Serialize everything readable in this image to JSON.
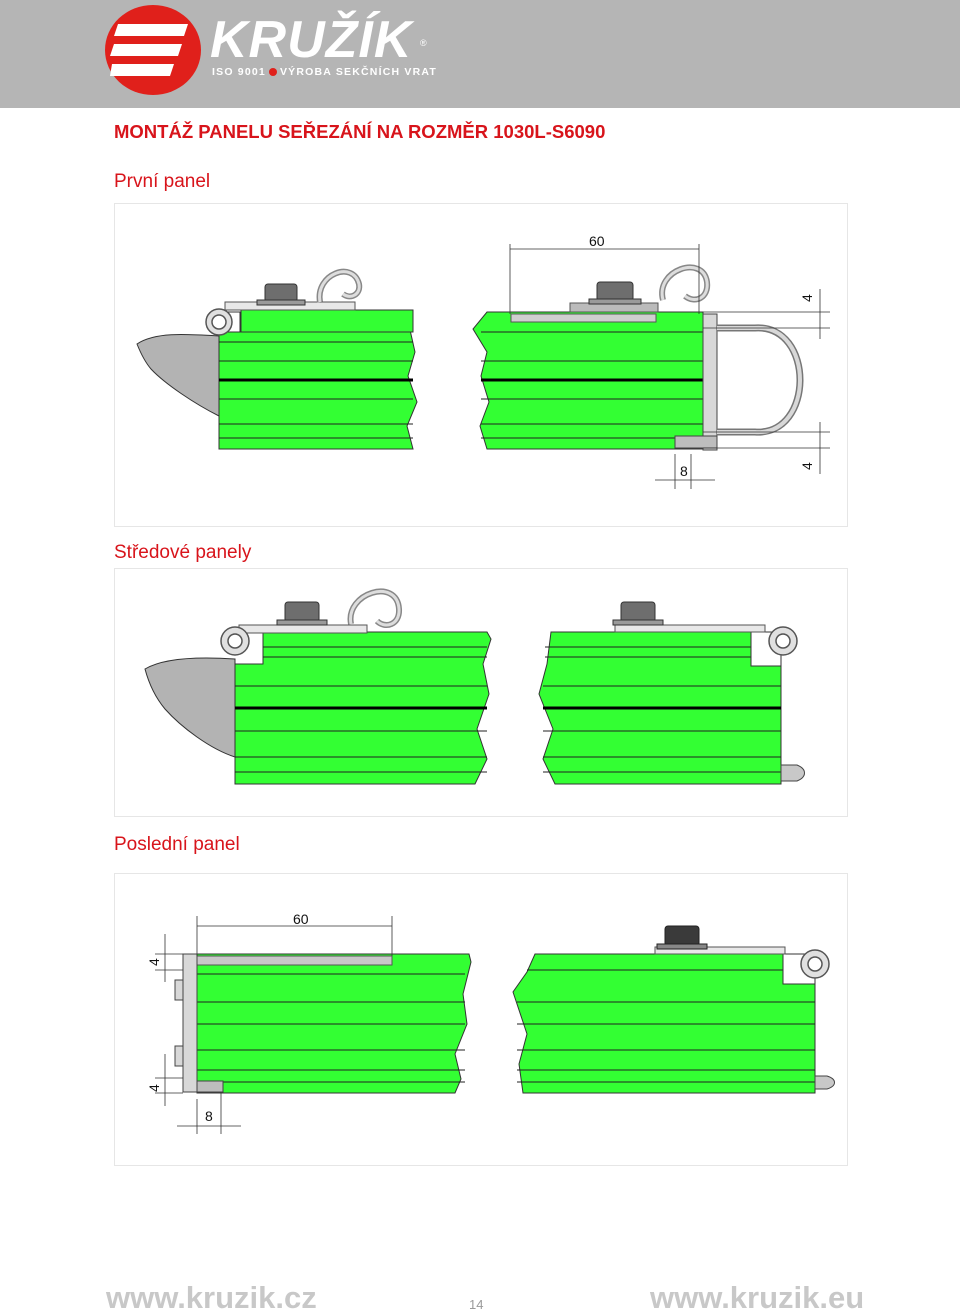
{
  "brand": {
    "name": "KRUŽÍK",
    "registered": "®",
    "tagline_left": "ISO 9001",
    "tagline_right": "VÝROBA SEKČNÍCH VRAT",
    "colors": {
      "red": "#e0201b",
      "header_bg": "#b5b5b5"
    }
  },
  "title": "MONTÁŽ PANELU SEŘEZÁNÍ NA ROZMĚR 1030L-S6090",
  "sections": [
    {
      "heading": "První panel",
      "dims": {
        "width": "60",
        "top": "4",
        "bottom": "4",
        "lip": "8"
      }
    },
    {
      "heading": "Středové panely"
    },
    {
      "heading": "Poslední panel",
      "dims": {
        "width": "60",
        "top": "4",
        "bottom": "4",
        "lip": "8"
      }
    }
  ],
  "colors": {
    "panel_green": "#33ff33",
    "accent_red": "#d8141b"
  },
  "footer": {
    "url_left": "www.kruzik.cz",
    "page": "14",
    "url_right": "www.kruzik.eu"
  }
}
